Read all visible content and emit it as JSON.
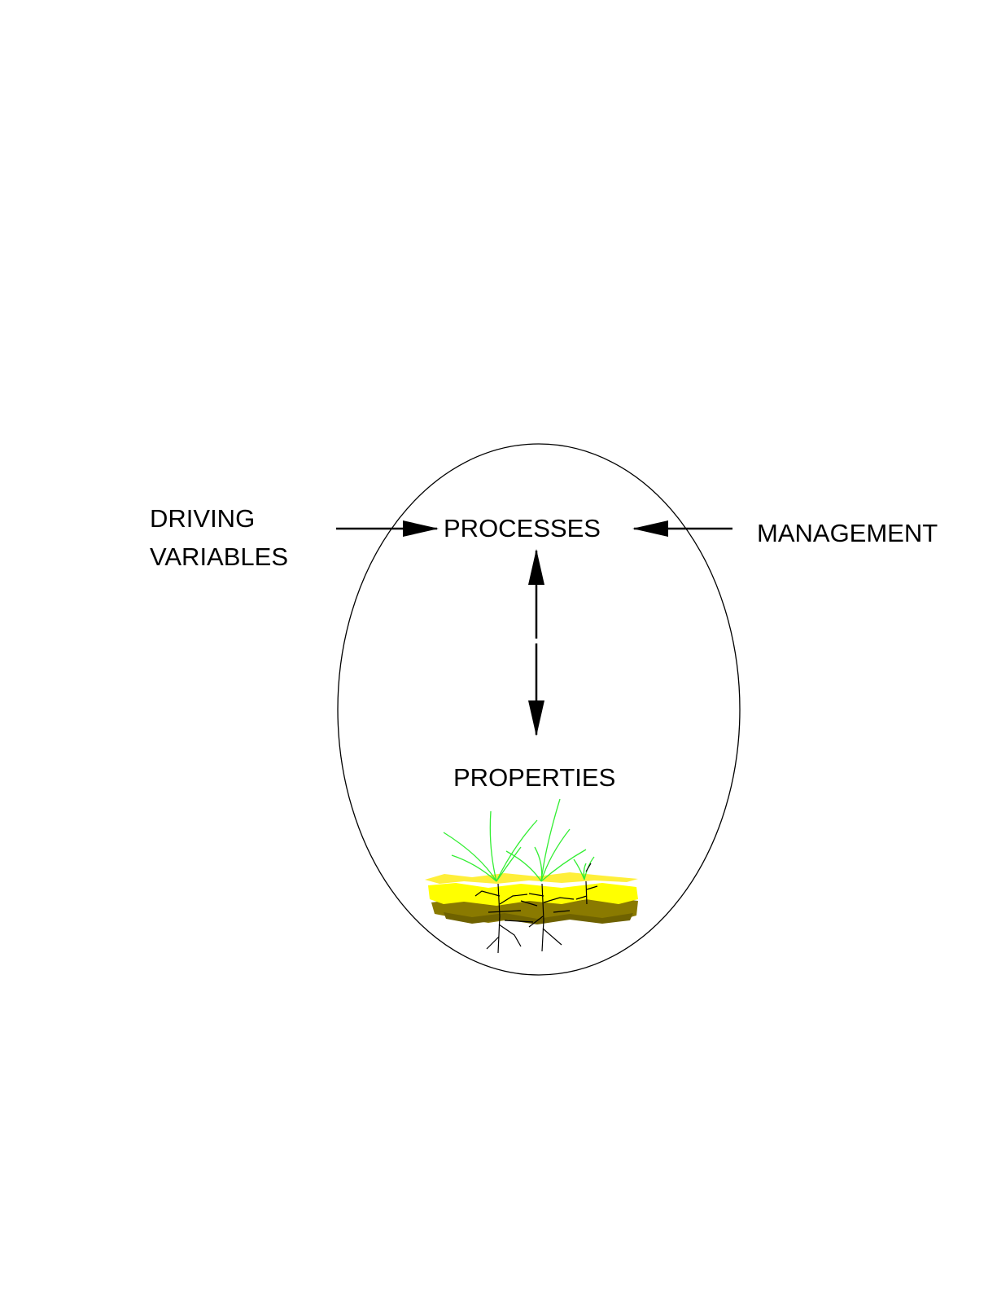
{
  "diagram": {
    "labels": {
      "driving_line1": "DRIVING",
      "driving_line2": "VARIABLES",
      "processes": "PROCESSES",
      "management": "MANAGEMENT",
      "properties": "PROPERTIES"
    },
    "colors": {
      "outline": "#000000",
      "grass": "#33ee33",
      "soil_top": "#ffff00",
      "soil_mid": "#f2e200",
      "soil_dark": "#8a7a00",
      "roots": "#000000",
      "background": "#ffffff"
    },
    "icons": {
      "plant_soil": "plant-soil-illustration"
    }
  }
}
